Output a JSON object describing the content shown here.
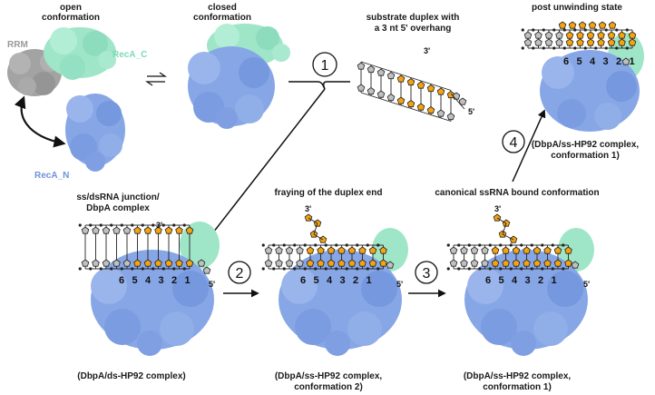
{
  "labels": {
    "open_conformation": [
      "open",
      "conformation"
    ],
    "closed_conformation": [
      "closed",
      "conformation"
    ],
    "substrate": [
      "substrate duplex with",
      "a 3 nt 5' overhang"
    ],
    "post_unwinding": "post unwinding state",
    "rrm": "RRM",
    "reca_c": "RecA_C",
    "reca_n": "RecA_N",
    "junction": [
      "ss/dsRNA junction/",
      "DbpA complex"
    ],
    "fraying": "fraying of the duplex end",
    "canonical": "canonical ssRNA bound conformation",
    "complex_ds": "(DbpA/ds-HP92 complex)",
    "complex_ss_conf2": [
      "(DbpA/ss-HP92 complex,",
      "conformation 2)"
    ],
    "complex_ss_conf1_bottom": [
      "(DbpA/ss-HP92 complex,",
      "conformation 1)"
    ],
    "complex_ss_conf1_right": [
      "(DbpA/ss-HP92 complex,",
      "conformation 1)"
    ]
  },
  "strand_ends": {
    "three_prime": "3'",
    "five_prime": "5'"
  },
  "steps": [
    "1",
    "2",
    "3",
    "4"
  ],
  "positions": [
    "6",
    "5",
    "4",
    "3",
    "2",
    "1"
  ],
  "colors": {
    "reca_n": "#86a6e6",
    "reca_c": "#9fe5c8",
    "rrm": "#a3a3a3",
    "rna_orange": "#f5a30f",
    "rna_gray": "#c0c0c0",
    "label_reca_n": "#6f93d8",
    "label_reca_c": "#7fd9b8",
    "label_rrm": "#999999"
  }
}
